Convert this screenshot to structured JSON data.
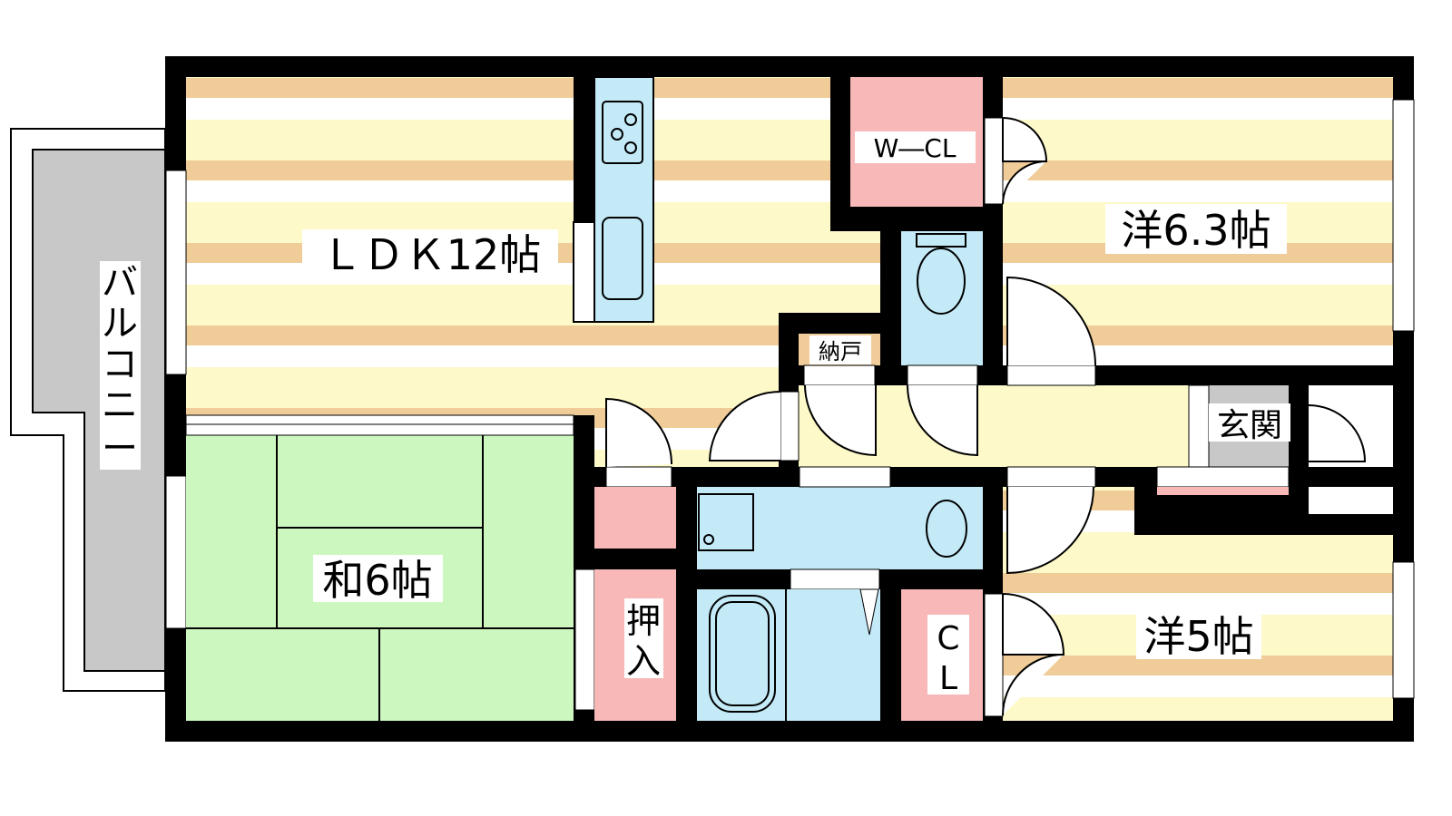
{
  "plan": {
    "rooms": {
      "ldk": "ＬＤＫ12帖",
      "western_63": "洋6.3帖",
      "japanese_6": "和6帖",
      "western_5": "洋5帖",
      "walk_in_closet": "W―CL",
      "storage": "納戸",
      "entrance": "玄関",
      "oshiire_1": "押",
      "oshiire_2": "入",
      "closet_1": "C",
      "closet_2": "L",
      "balcony": [
        "バ",
        "ル",
        "コ",
        "ニ",
        "ー"
      ]
    },
    "colors": {
      "wall": "#000000",
      "floor_tan": "#f0cc98",
      "floor_yellow": "#fdf9c8",
      "tatami": "#ccf8c0",
      "closet_pink": "#f8b8b8",
      "wet_blue": "#c4eaf8",
      "balcony_grey": "#c8c8c8"
    }
  }
}
